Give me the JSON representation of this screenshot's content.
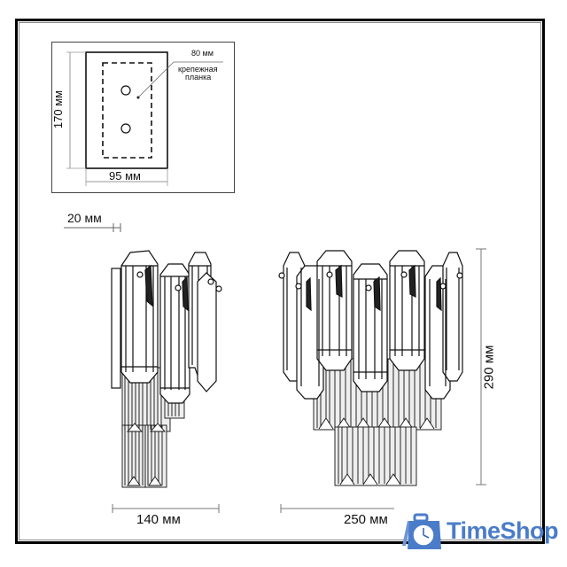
{
  "diagram": {
    "title": "Wall lamp dimension drawing",
    "inset": {
      "height_label": "170 мм",
      "width_label": "95 мм",
      "bracket_width_label": "80 мм",
      "bracket_caption_line1": "крепежная",
      "bracket_caption_line2": "планка"
    },
    "side_view": {
      "depth_offset_label": "20 мм",
      "depth_label": "140 мм"
    },
    "front_view": {
      "height_label": "290 мм",
      "width_label": "250 мм"
    }
  },
  "logo": {
    "text": "TimeShop",
    "icon": "clock-bag-icon",
    "color": "#4a7cc9"
  },
  "colors": {
    "line": "#222222",
    "dimension_line": "#888888",
    "frame": "#000000"
  }
}
